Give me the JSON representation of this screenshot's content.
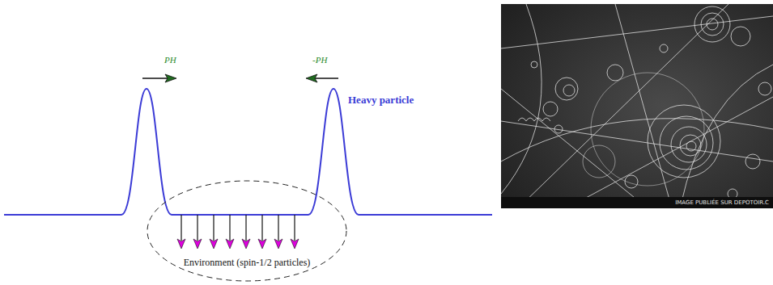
{
  "diagram": {
    "nodes": [
      {
        "text": [
          "Environment (spin-1/2 particles)"
        ]
      }
    ],
    "labels": [
      "PH",
      "-PH",
      "Heavy particle",
      "IMAGE PUBLIÉE SUR DEPOTOIR.C"
    ]
  }
}
